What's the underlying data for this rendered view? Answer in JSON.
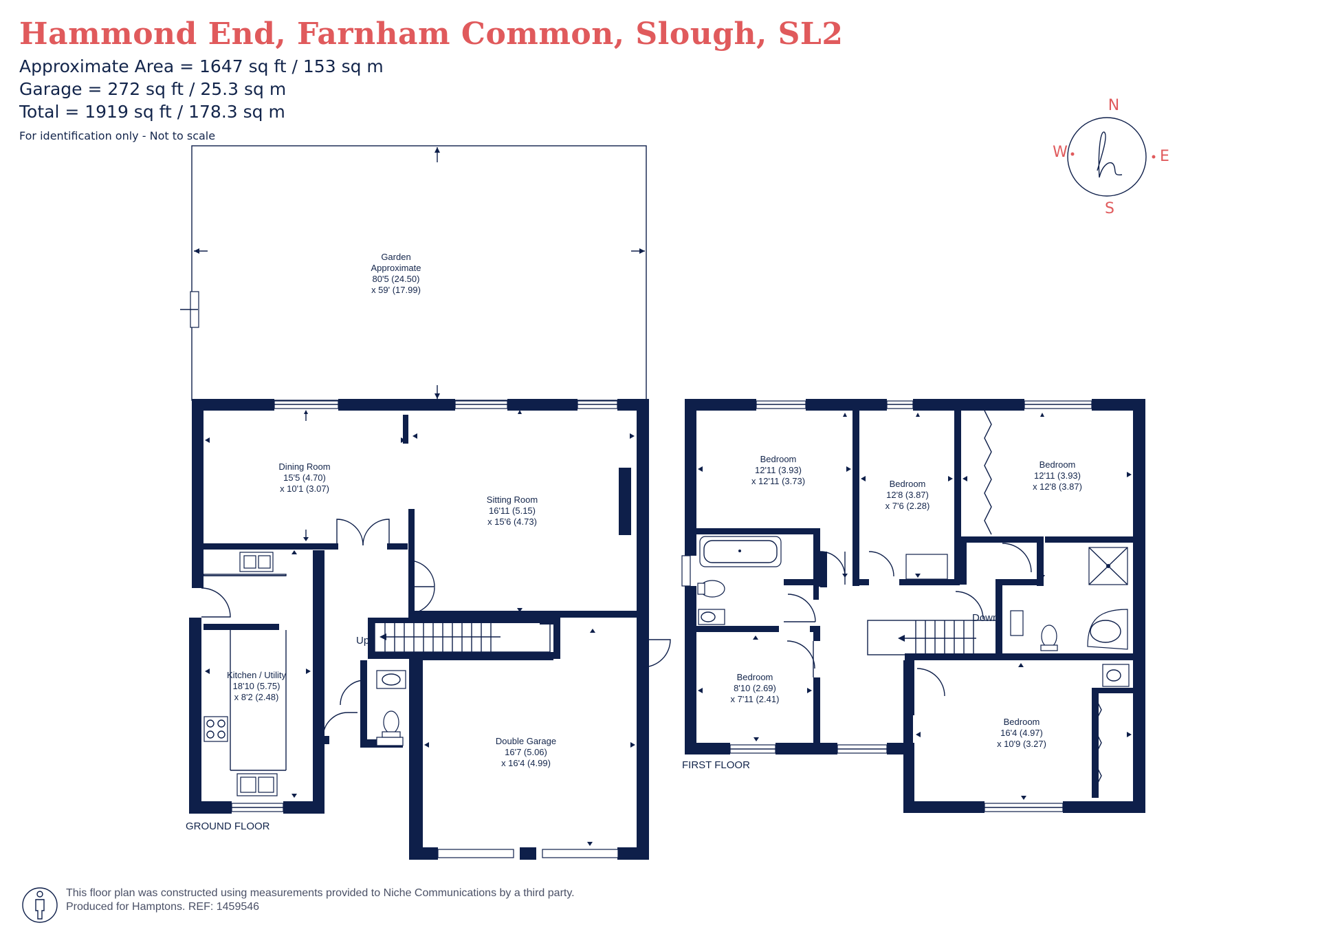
{
  "header": {
    "title": "Hammond End, Farnham Common, Slough, SL2",
    "approx_area": "Approximate Area = 1647 sq ft / 153 sq m",
    "garage_area": "Garage = 272 sq ft / 25.3 sq m",
    "total_area": "Total = 1919 sq ft / 178.3 sq m",
    "disclaimer": "For identification only - Not to scale"
  },
  "compass": {
    "n": "N",
    "e": "E",
    "s": "S",
    "w": "W"
  },
  "floors": {
    "ground": "GROUND FLOOR",
    "first": "FIRST FLOOR"
  },
  "stairs": {
    "up": "Up",
    "down": "Down"
  },
  "rooms": {
    "garden": {
      "l1": "Garden",
      "l2": "Approximate",
      "l3": "80'5 (24.50)",
      "l4": "x 59' (17.99)"
    },
    "dining": {
      "l1": "Dining Room",
      "l2": "15'5 (4.70)",
      "l3": "x 10'1 (3.07)"
    },
    "sitting": {
      "l1": "Sitting Room",
      "l2": "16'11 (5.15)",
      "l3": "x 15'6 (4.73)"
    },
    "kitchen": {
      "l1": "Kitchen / Utility",
      "l2": "18'10 (5.75)",
      "l3": "x 8'2 (2.48)"
    },
    "garage": {
      "l1": "Double Garage",
      "l2": "16'7 (5.06)",
      "l3": "x 16'4 (4.99)"
    },
    "bed1": {
      "l1": "Bedroom",
      "l2": "12'11 (3.93)",
      "l3": "x 12'11 (3.73)"
    },
    "bed2": {
      "l1": "Bedroom",
      "l2": "12'8 (3.87)",
      "l3": "x 7'6 (2.28)"
    },
    "bed3": {
      "l1": "Bedroom",
      "l2": "12'11 (3.93)",
      "l3": "x 12'8 (3.87)"
    },
    "bed4": {
      "l1": "Bedroom",
      "l2": "8'10 (2.69)",
      "l3": "x 7'11 (2.41)"
    },
    "bed5": {
      "l1": "Bedroom",
      "l2": "16'4 (4.97)",
      "l3": "x 10'9 (3.27)"
    }
  },
  "footer": {
    "line1": "This floor plan was constructed using measurements provided to Niche Communications by a third party.",
    "line2": "Produced for Hamptons.   REF:  1459546"
  },
  "colors": {
    "wall": "#0e1f4a",
    "brand": "#e05a5c"
  },
  "icons": {
    "compass": "compass-logo-icon",
    "person": "person-icon"
  }
}
